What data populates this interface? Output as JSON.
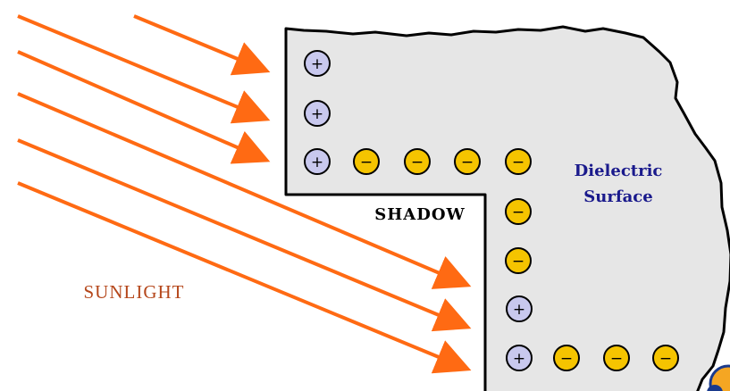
{
  "diagram": {
    "labels": {
      "sunlight": "SUNLIGHT",
      "shadow": "SHADOW",
      "dielectric_line1": "Dielectric",
      "dielectric_line2": "Surface"
    },
    "charges": {
      "positive_symbol": "+",
      "negative_symbol": "−"
    },
    "colors": {
      "sunlight_arrow": "#ff6a13",
      "sunlight_text": "#b5471b",
      "dielectric_text": "#1a1a8c",
      "surface_fill": "#e6e6e6",
      "positive_fill": "#c8c8ee",
      "negative_fill": "#f5c400",
      "shadow_text": "#000000"
    }
  }
}
